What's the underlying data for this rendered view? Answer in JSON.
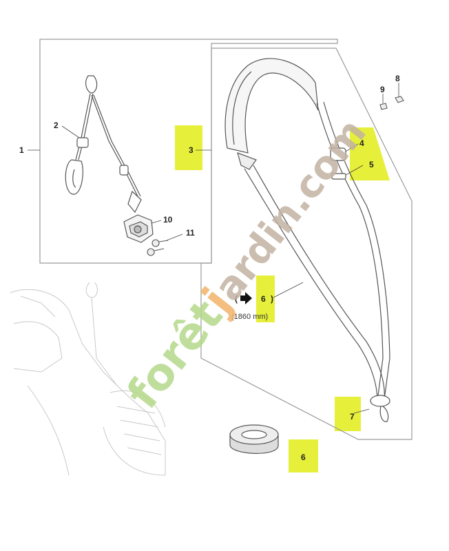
{
  "callouts": {
    "c1": "1",
    "c2": "2",
    "c3": "3",
    "c4": "4",
    "c5": "5",
    "c6": "6",
    "c7": "7",
    "c8": "8",
    "c9": "9",
    "c10": "10",
    "c11": "11",
    "c6b": "6",
    "strap_length": "(1860 mm)"
  },
  "watermark": {
    "text_green": "forêt",
    "text_orange": "j",
    "text_brown": "ardin.com"
  },
  "colors": {
    "highlight": "#e6f03a",
    "watermark_green": "#b5d98a",
    "watermark_orange": "#f2b36b",
    "watermark_brown": "#c2b2a2"
  }
}
